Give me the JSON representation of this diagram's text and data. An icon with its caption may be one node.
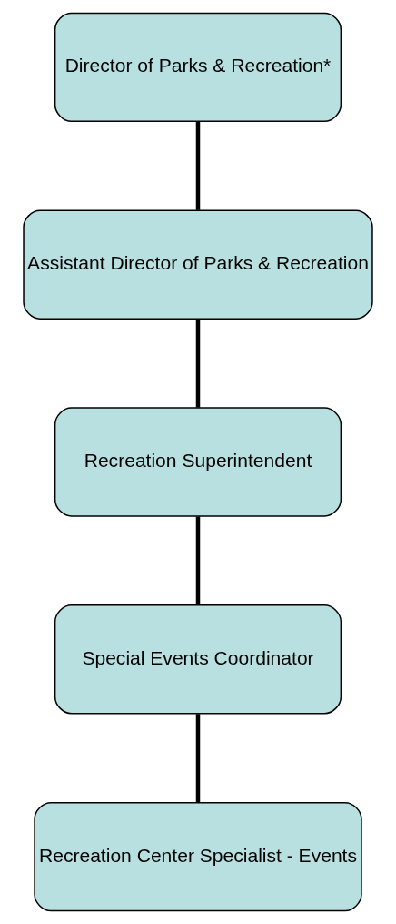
{
  "diagram": {
    "nodes": [
      {
        "text": [
          "Director of Parks & Recreation*"
        ]
      },
      {
        "text": [
          "Assistant Director of Parks & Recreation"
        ]
      },
      {
        "text": [
          "Recreation Superintendent"
        ]
      },
      {
        "text": [
          "Special Events Coordinator"
        ]
      },
      {
        "text": [
          "Recreation Center Specialist - Events"
        ]
      }
    ],
    "edges": [
      {
        "from": 0,
        "to": 1,
        "arrow": "none"
      },
      {
        "from": 1,
        "to": 2,
        "arrow": "none"
      },
      {
        "from": 2,
        "to": 3,
        "arrow": "none"
      },
      {
        "from": 3,
        "to": 4,
        "arrow": "none"
      }
    ]
  }
}
